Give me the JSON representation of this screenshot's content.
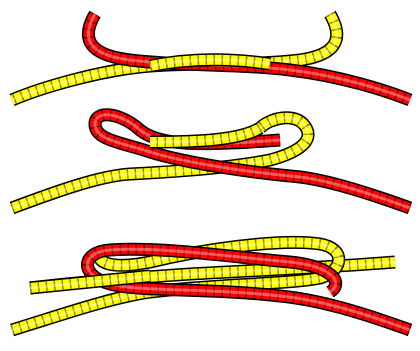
{
  "diagram": {
    "kind": "knot-tying-steps",
    "step_count": 3,
    "colors": {
      "rope_a": "#ff0000",
      "rope_a_dark": "#7a0000",
      "rope_b": "#ffff00",
      "rope_b_dark": "#8a7a00",
      "outline": "#000000",
      "background": "#ffffff"
    },
    "steps": [
      {
        "id": "step-1",
        "description_visible": false
      },
      {
        "id": "step-2",
        "description_visible": false
      },
      {
        "id": "step-3",
        "description_visible": false
      }
    ]
  }
}
